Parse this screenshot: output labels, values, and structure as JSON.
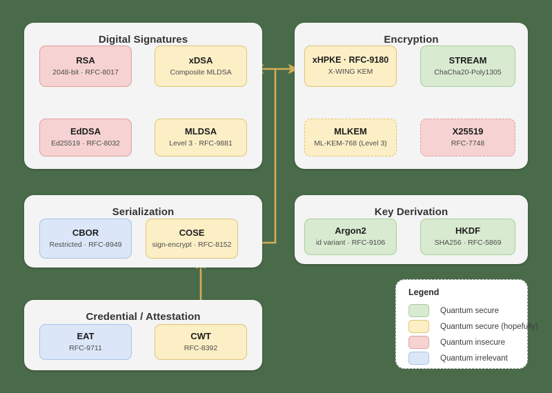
{
  "background_color": "#4a6b4a",
  "groups": [
    {
      "id": "digital-signatures",
      "title": "Digital Signatures",
      "nodes": [
        {
          "id": "rsa",
          "name": "RSA",
          "sub": "2048-bit · RFC-8017",
          "color": "pink",
          "dashed": false
        },
        {
          "id": "xdsa",
          "name": "xDSA",
          "sub": "Composite MLDSA",
          "color": "yellow",
          "dashed": false
        },
        {
          "id": "eddsa",
          "name": "EdDSA",
          "sub": "Ed25519 · RFC-8032",
          "color": "pink",
          "dashed": false
        },
        {
          "id": "mldsa",
          "name": "MLDSA",
          "sub": "Level 3 · RFC-9881",
          "color": "yellow",
          "dashed": false
        }
      ]
    },
    {
      "id": "encryption",
      "title": "Encryption",
      "nodes": [
        {
          "id": "xhpke",
          "name": "xHPKE · RFC-9180",
          "sub": "X-WING KEM",
          "color": "yellow",
          "dashed": false
        },
        {
          "id": "stream",
          "name": "STREAM",
          "sub": "ChaCha20-Poly1305",
          "color": "green",
          "dashed": false
        },
        {
          "id": "mlkem",
          "name": "MLKEM",
          "sub": "ML-KEM-768 (Level 3)",
          "color": "yellow",
          "dashed": true
        },
        {
          "id": "x25519",
          "name": "X25519",
          "sub": "RFC-7748",
          "color": "pink",
          "dashed": true
        }
      ]
    },
    {
      "id": "serialization",
      "title": "Serialization",
      "nodes": [
        {
          "id": "cbor",
          "name": "CBOR",
          "sub": "Restricted · RFC-8949",
          "color": "blue",
          "dashed": false
        },
        {
          "id": "cose",
          "name": "COSE",
          "sub": "sign-encrypt · RFC-8152",
          "color": "yellow",
          "dashed": false
        }
      ]
    },
    {
      "id": "key-derivation",
      "title": "Key Derivation",
      "nodes": [
        {
          "id": "argon2",
          "name": "Argon2",
          "sub": "id variant · RFC-9106",
          "color": "green",
          "dashed": false
        },
        {
          "id": "hkdf",
          "name": "HKDF",
          "sub": "SHA256 · RFC-5869",
          "color": "green",
          "dashed": false
        }
      ]
    },
    {
      "id": "credential-attestation",
      "title": "Credential / Attestation",
      "nodes": [
        {
          "id": "eat",
          "name": "EAT",
          "sub": "RFC-9711",
          "color": "blue",
          "dashed": false
        },
        {
          "id": "cwt",
          "name": "CWT",
          "sub": "RFC-8392",
          "color": "yellow",
          "dashed": false
        }
      ]
    }
  ],
  "legend": {
    "title": "Legend",
    "items": [
      {
        "label": "Quantum secure",
        "color": "green",
        "hex": "#d8ead0"
      },
      {
        "label": "Quantum secure (hopefully)",
        "color": "yellow",
        "hex": "#fcefc6"
      },
      {
        "label": "Quantum insecure",
        "color": "pink",
        "hex": "#f6d2d2"
      },
      {
        "label": "Quantum irrelevant",
        "color": "blue",
        "hex": "#dbe7f8"
      }
    ]
  },
  "edges": [
    {
      "id": "xdsa-to-eddsa",
      "from": "xdsa",
      "to": "eddsa",
      "color": "#c0504d"
    },
    {
      "id": "xdsa-to-mldsa",
      "from": "xdsa",
      "to": "mldsa",
      "color": "#d4af58"
    },
    {
      "id": "xhpke-to-mlkem",
      "from": "xhpke",
      "to": "mlkem",
      "color": "#d4af58"
    },
    {
      "id": "xhpke-to-x25519",
      "from": "xhpke",
      "to": "x25519",
      "color": "#c0504d"
    },
    {
      "id": "cose-to-xdsa",
      "from": "cose",
      "to": "xdsa",
      "color": "#d4af58"
    },
    {
      "id": "cose-to-xhpke",
      "from": "cose",
      "to": "xhpke",
      "color": "#d4af58"
    },
    {
      "id": "cwt-to-cose",
      "from": "cwt",
      "to": "cose",
      "color": "#d4af58"
    }
  ],
  "palette": {
    "green_fill": "#d8ead0",
    "green_border": "#a8cf9a",
    "yellow_fill": "#fcefc6",
    "yellow_border": "#e0c473",
    "pink_fill": "#f6d2d2",
    "pink_border": "#dfa0a0",
    "blue_fill": "#dbe7f8",
    "blue_border": "#a6c3e6",
    "panel_fill": "#f4f4f4",
    "arrow_red": "#c0504d",
    "arrow_yellow": "#d4af58"
  }
}
